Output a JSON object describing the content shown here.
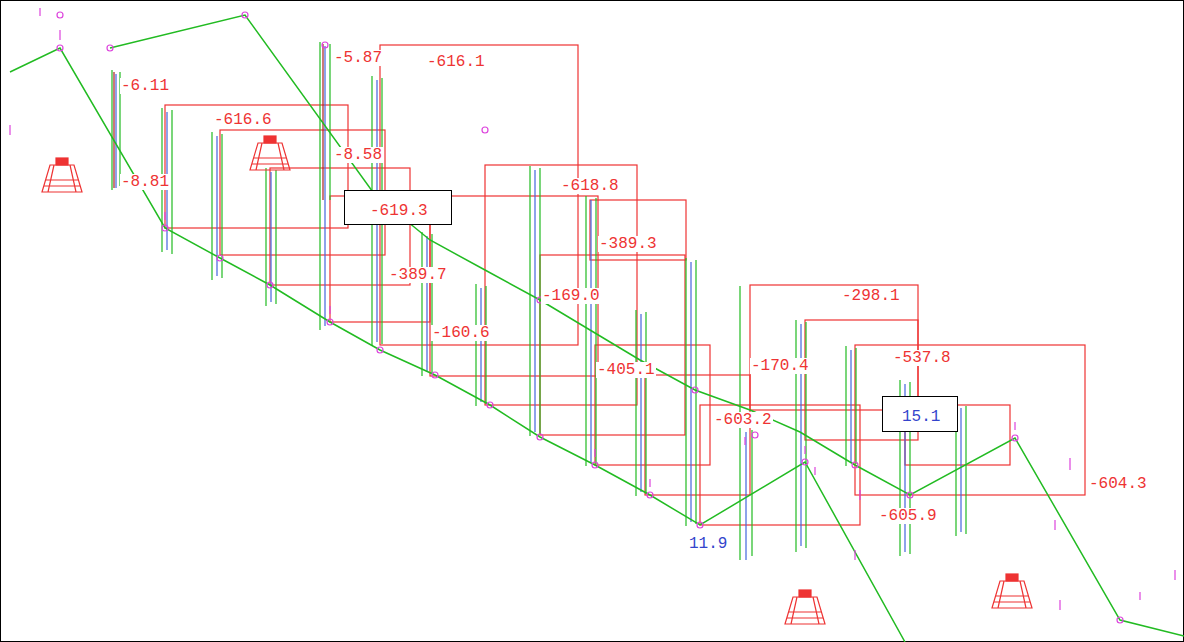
{
  "diagram": {
    "nodes": [
      {
        "text": [
          "-619.3"
        ]
      },
      {
        "text": [
          "15.1"
        ]
      }
    ],
    "labels": [
      "-6.11",
      "-8.81",
      "-616.6",
      "-5.87",
      "-8.58",
      "-616.1",
      "-618.8",
      "-389.7",
      "-389.3",
      "-160.6",
      "-169.0",
      "-405.1",
      "-170.4",
      "-298.1",
      "-537.8",
      "-603.2",
      "-605.9",
      "-604.3",
      "11.9"
    ]
  }
}
